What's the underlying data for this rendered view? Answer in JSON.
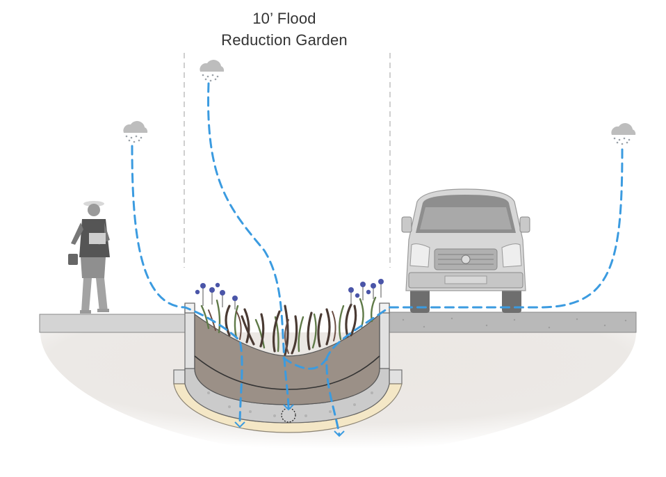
{
  "diagram": {
    "title_line_1": "10’ Flood",
    "title_line_2": "Reduction Garden"
  },
  "icons": [
    "rain-cloud-icon",
    "pedestrian-figure",
    "van-illustration",
    "plant-icon",
    "drain-pipe-icon"
  ],
  "colors": {
    "water_flow": "#3b9be0",
    "soil": "#9a8f85",
    "stone_layer": "#c9c9c9",
    "sand_layer": "#f3e6c4",
    "sidewalk": "#d2d2d2",
    "roadway": "#b8b8b8",
    "ground": "#ebe8e5",
    "guide_line": "#b5b5b5",
    "plants_dark": "#4a3a33",
    "plants_green": "#5f7a48",
    "flowers": "#4a55a8"
  }
}
